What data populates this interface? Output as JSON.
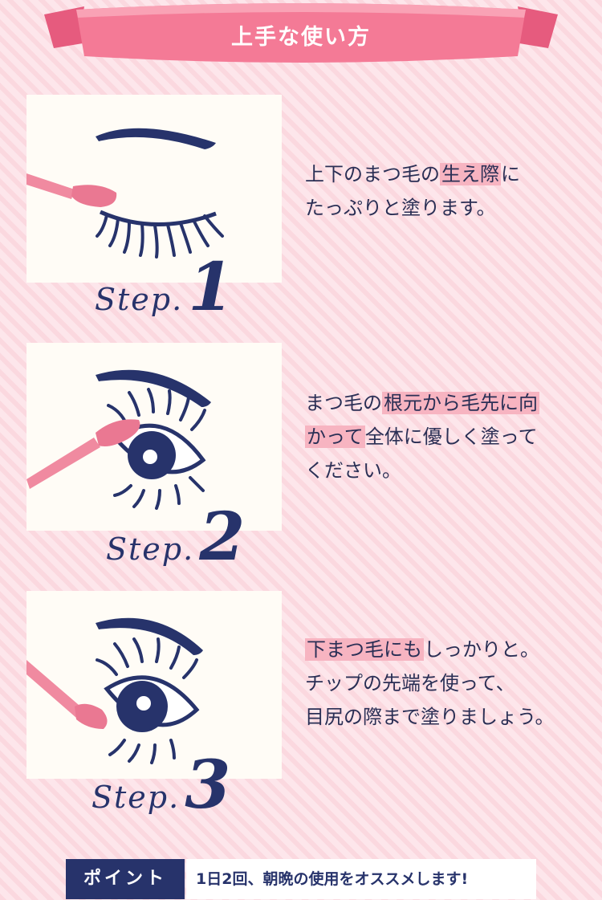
{
  "header": {
    "title": "上手な使い方"
  },
  "steps": [
    {
      "label": "Step.",
      "number": "1",
      "text_parts": [
        "上下のまつ毛の",
        "生え際",
        "に",
        "たっぷりと塗ります。"
      ]
    },
    {
      "label": "Step.",
      "number": "2",
      "text_parts": [
        "まつ毛の",
        "根元から毛先に向",
        "かって",
        "全体に優しく塗って",
        "ください。"
      ]
    },
    {
      "label": "Step.",
      "number": "3",
      "text_parts": [
        "下まつ毛にも",
        "しっかりと。",
        "チップの先端を使って、",
        "目尻の際まで塗りましょう。"
      ]
    }
  ],
  "point": {
    "badge": "ポイント",
    "text": "1日2回、朝晩の使用をオススメします!"
  },
  "colors": {
    "navy": "#27336b",
    "pink": "#f08aa0",
    "ribbon": "#f47a96",
    "panel": "#fffcf6",
    "highlight": "#f7b4c1"
  }
}
